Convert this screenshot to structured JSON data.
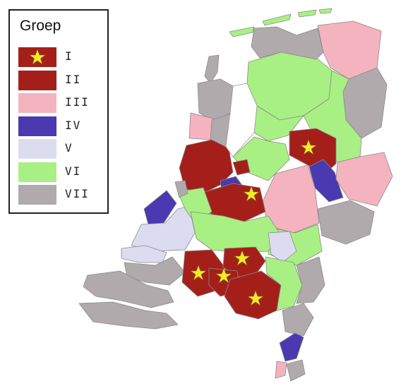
{
  "legend": {
    "title": "Groep",
    "groups": [
      {
        "label": "I",
        "color": "#a51f1a",
        "star": true
      },
      {
        "label": "II",
        "color": "#a51f1a",
        "star": false
      },
      {
        "label": "III",
        "color": "#f4b3bf",
        "star": false
      },
      {
        "label": "IV",
        "color": "#4a39b0",
        "star": false
      },
      {
        "label": "V",
        "color": "#dcdcf1",
        "star": false
      },
      {
        "label": "VI",
        "color": "#a8f083",
        "star": false
      },
      {
        "label": "VII",
        "color": "#b0aaad",
        "star": false
      }
    ],
    "star_color": "#f2ea2c",
    "star_icon": "star-icon"
  }
}
